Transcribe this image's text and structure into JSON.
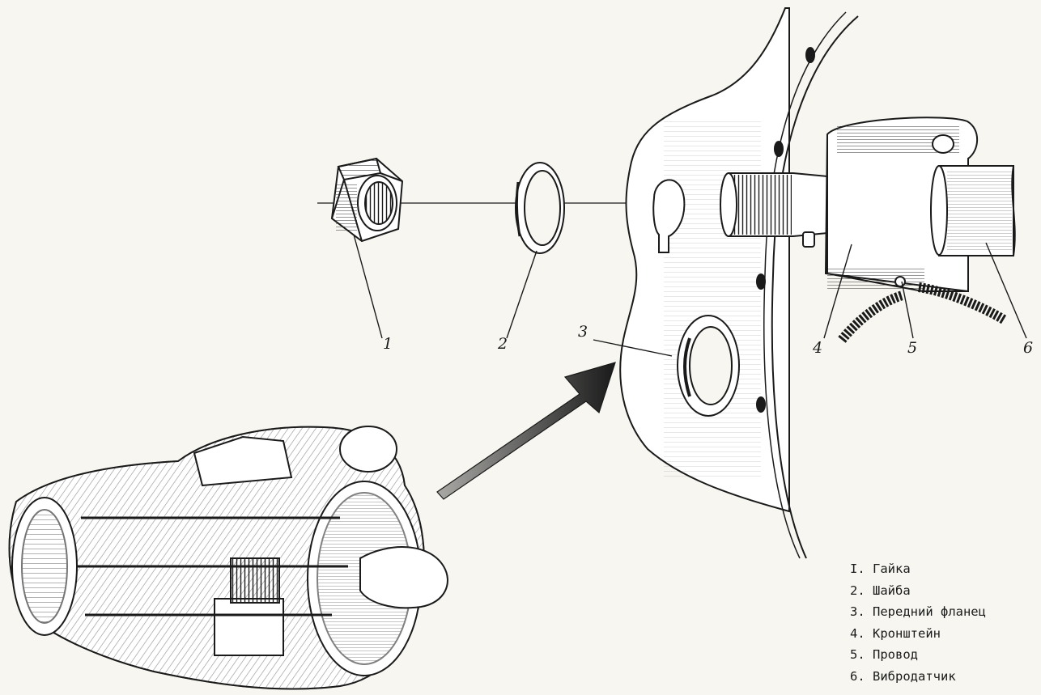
{
  "callouts": [
    {
      "num": "1"
    },
    {
      "num": "2"
    },
    {
      "num": "3"
    },
    {
      "num": "4"
    },
    {
      "num": "5"
    },
    {
      "num": "6"
    }
  ],
  "legend": {
    "items": [
      {
        "label": "I. Гайка"
      },
      {
        "label": "2. Шайба"
      },
      {
        "label": "3. Передний фланец"
      },
      {
        "label": "4. Кронштейн"
      },
      {
        "label": "5. Провод"
      },
      {
        "label": "6. Вибродатчик"
      }
    ]
  },
  "colors": {
    "ink": "#1a1a1a",
    "paper": "#f7f6f1"
  }
}
